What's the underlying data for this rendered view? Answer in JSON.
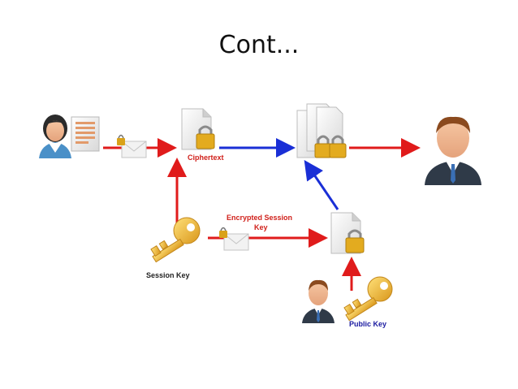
{
  "slide": {
    "title": "Cont..."
  },
  "labels": {
    "ciphertext": "Ciphertext",
    "encrypted_session_key_line1": "Encrypted Session",
    "encrypted_session_key_line2": "Key",
    "session_key": "Session Key",
    "public_key": "Public Key"
  },
  "colors": {
    "red_arrow": "#e01b1b",
    "blue_arrow": "#1a2fd6",
    "label_red": "#d0201a",
    "label_dark": "#222222",
    "label_blue": "#1a1aa0",
    "key_gold": "#f0b92a"
  },
  "icons": [
    "female-user-icon",
    "document-icon",
    "envelope-lock-icon",
    "locked-file-icon",
    "double-locked-files-icon",
    "male-user-icon",
    "gold-key-icon"
  ]
}
